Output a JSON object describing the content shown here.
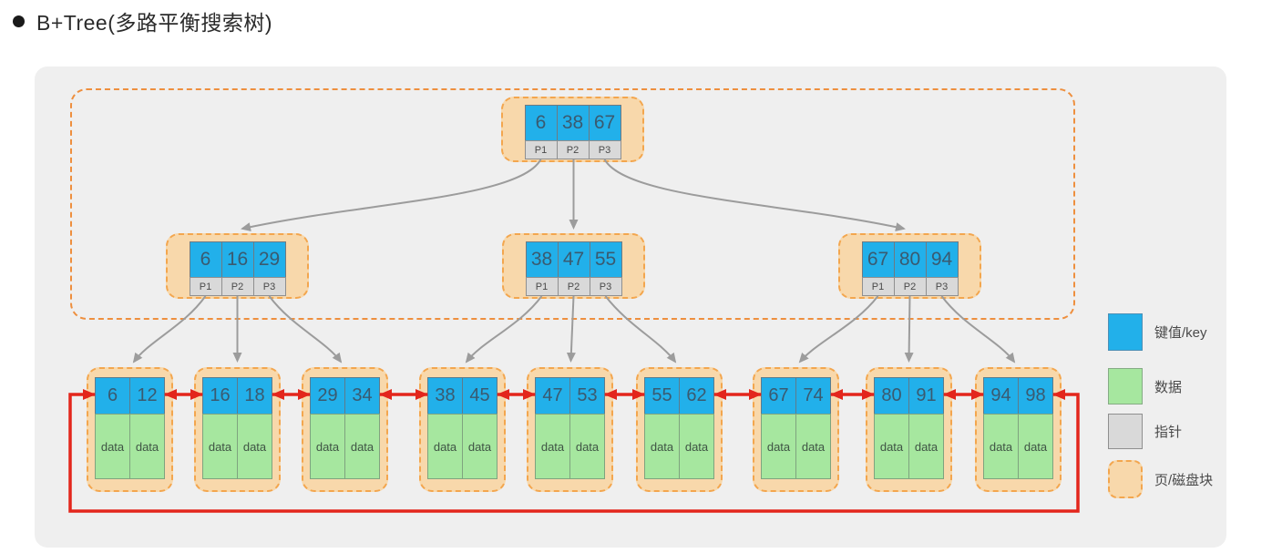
{
  "title": "B+Tree(多路平衡搜索树)",
  "colors": {
    "key-blue": "#22b0ea",
    "data-green": "#a6e79f",
    "pointer-gray": "#d9d9d9",
    "page": "#f8d8ab",
    "page-border": "#f3a64e",
    "outer-dash": "#ee8f3e",
    "red": "#e3261c",
    "arrow-gray": "#9c9c9c",
    "panel": "#efefef"
  },
  "tree": {
    "root": {
      "keys": [
        "6",
        "38",
        "67"
      ],
      "pointers": [
        "P1",
        "P2",
        "P3"
      ]
    },
    "internals": [
      {
        "keys": [
          "6",
          "16",
          "29"
        ],
        "pointers": [
          "P1",
          "P2",
          "P3"
        ]
      },
      {
        "keys": [
          "38",
          "47",
          "55"
        ],
        "pointers": [
          "P1",
          "P2",
          "P3"
        ]
      },
      {
        "keys": [
          "67",
          "80",
          "94"
        ],
        "pointers": [
          "P1",
          "P2",
          "P3"
        ]
      }
    ],
    "leaves": [
      {
        "keys": [
          "6",
          "12"
        ],
        "data": [
          "data",
          "data"
        ]
      },
      {
        "keys": [
          "16",
          "18"
        ],
        "data": [
          "data",
          "data"
        ]
      },
      {
        "keys": [
          "29",
          "34"
        ],
        "data": [
          "data",
          "data"
        ]
      },
      {
        "keys": [
          "38",
          "45"
        ],
        "data": [
          "data",
          "data"
        ]
      },
      {
        "keys": [
          "47",
          "53"
        ],
        "data": [
          "data",
          "data"
        ]
      },
      {
        "keys": [
          "55",
          "62"
        ],
        "data": [
          "data",
          "data"
        ]
      },
      {
        "keys": [
          "67",
          "74"
        ],
        "data": [
          "data",
          "data"
        ]
      },
      {
        "keys": [
          "80",
          "91"
        ],
        "data": [
          "data",
          "data"
        ]
      },
      {
        "keys": [
          "94",
          "98"
        ],
        "data": [
          "data",
          "data"
        ]
      }
    ]
  },
  "legend": {
    "key": "键值/key",
    "data": "数据",
    "pointer": "指针",
    "page": "页/磁盘块"
  }
}
